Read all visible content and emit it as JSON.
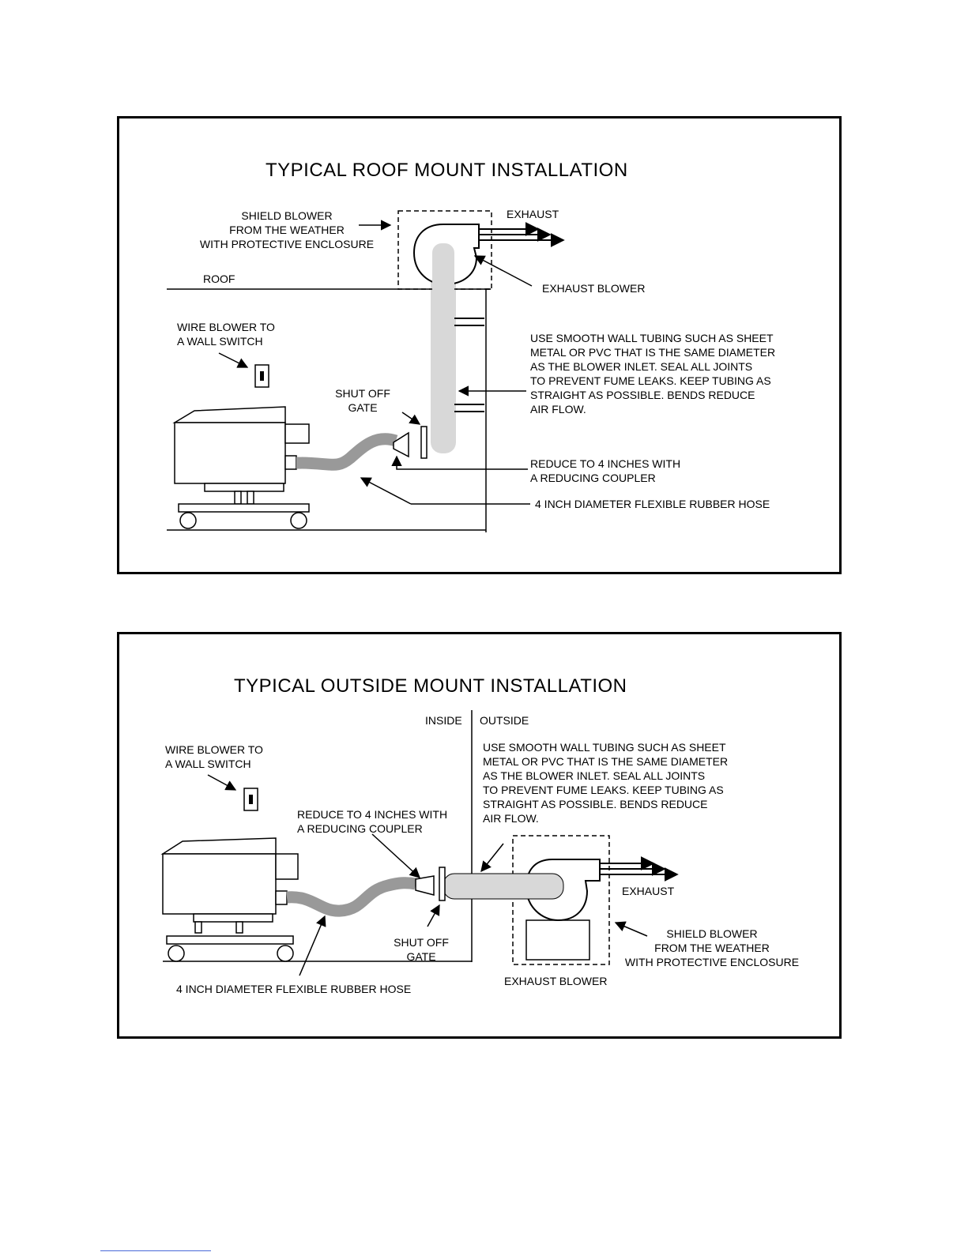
{
  "roof": {
    "title": "TYPICAL ROOF MOUNT INSTALLATION",
    "shield_label": [
      "SHIELD BLOWER",
      "FROM THE WEATHER",
      "WITH PROTECTIVE ENCLOSURE"
    ],
    "exhaust_label": "EXHAUST",
    "roof_label": "ROOF",
    "exhaust_blower_label": "EXHAUST BLOWER",
    "wire_label": [
      "WIRE BLOWER TO",
      "A WALL SWITCH"
    ],
    "tubing_note": [
      "USE SMOOTH WALL TUBING SUCH AS SHEET",
      "METAL OR PVC THAT IS THE SAME DIAMETER",
      "AS THE BLOWER INLET.  SEAL ALL JOINTS",
      "TO PREVENT FUME LEAKS. KEEP TUBING AS",
      "STRAIGHT AS POSSIBLE.  BENDS REDUCE",
      "AIR FLOW."
    ],
    "gate_label": [
      "SHUT OFF",
      "GATE"
    ],
    "reduce_label": [
      "REDUCE TO 4 INCHES WITH",
      "A REDUCING COUPLER"
    ],
    "hose_label": "4 INCH DIAMETER FLEXIBLE RUBBER HOSE"
  },
  "outside": {
    "title": "TYPICAL OUTSIDE MOUNT INSTALLATION",
    "inside_label": "INSIDE",
    "outside_label": "OUTSIDE",
    "tubing_note": [
      "USE SMOOTH WALL TUBING SUCH AS SHEET",
      "METAL OR PVC THAT IS THE SAME DIAMETER",
      "AS THE BLOWER INLET.  SEAL ALL JOINTS",
      "TO PREVENT FUME LEAKS. KEEP TUBING AS",
      "STRAIGHT AS POSSIBLE.  BENDS REDUCE",
      "AIR FLOW."
    ],
    "wire_label": [
      "WIRE BLOWER TO",
      "A WALL SWITCH"
    ],
    "reduce_label": [
      "REDUCE TO 4 INCHES WITH",
      "A REDUCING COUPLER"
    ],
    "exhaust_label": "EXHAUST",
    "shield_label": [
      "SHIELD BLOWER",
      "FROM THE WEATHER",
      "WITH PROTECTIVE ENCLOSURE"
    ],
    "gate_label": [
      "SHUT OFF",
      "GATE"
    ],
    "hose_label": "4 INCH DIAMETER FLEXIBLE RUBBER HOSE",
    "exhaust_blower_label": "EXHAUST BLOWER"
  }
}
